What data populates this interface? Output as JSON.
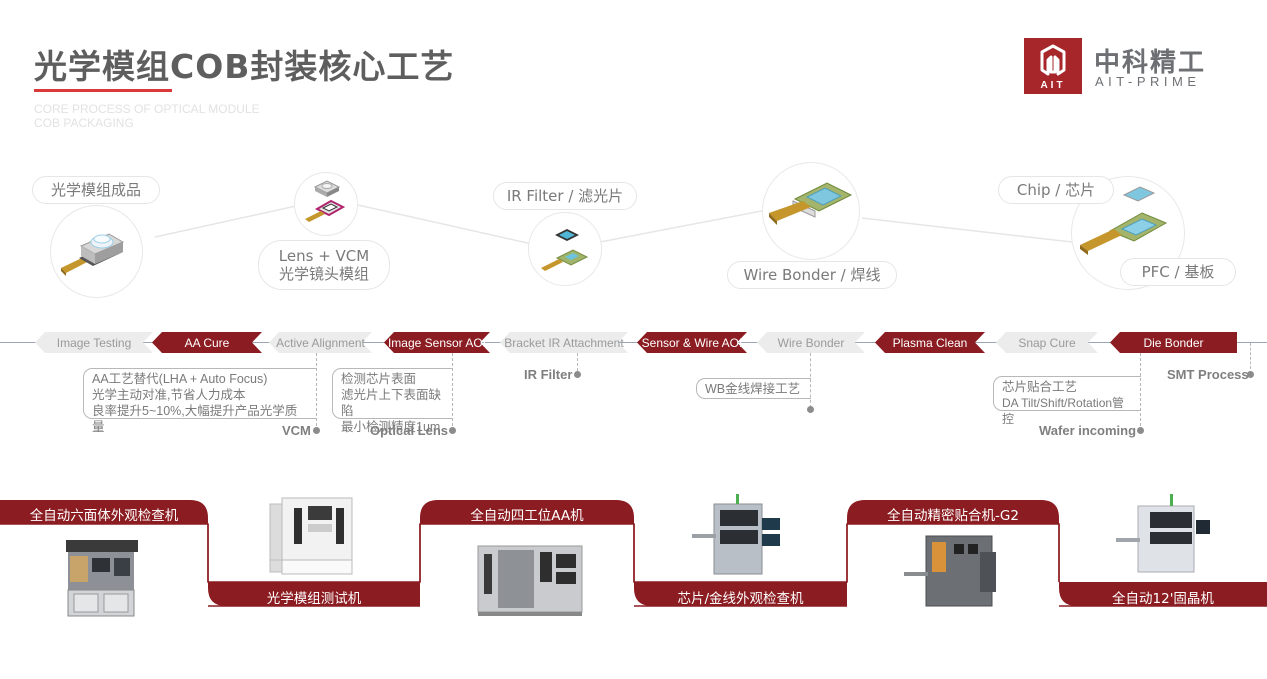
{
  "header": {
    "title": "光学模组COB封装核心工艺",
    "subtitle_line1": "CORE PROCESS OF OPTICAL MODULE",
    "subtitle_line2": "COB PACKAGING",
    "accent_color": "#d9393a"
  },
  "logo": {
    "badge_text": "AIT",
    "name_cn": "中科精工",
    "name_en": "AIT-PRIME",
    "brand_color": "#a6262a"
  },
  "components": [
    {
      "label": "光学模组成品",
      "icon": "camera-module-icon"
    },
    {
      "label_line1": "Lens + VCM",
      "label_line2": "光学镜头模组",
      "icon": "lens-vcm-icon"
    },
    {
      "label": "IR Filter / 滤光片",
      "icon": "ir-filter-icon"
    },
    {
      "label": "Wire Bonder / 焊线",
      "icon": "wire-bond-icon"
    },
    {
      "label": "Chip / 芯片",
      "icon": "chip-icon"
    },
    {
      "label": "PFC / 基板",
      "icon": "substrate-icon"
    }
  ],
  "process_steps": [
    {
      "label": "Image Testing",
      "style": "grey"
    },
    {
      "label": "AA Cure",
      "style": "red"
    },
    {
      "label": "Active  Alignment",
      "style": "grey"
    },
    {
      "label": "Image Sensor AOI",
      "style": "red"
    },
    {
      "label": "Bracket IR Attachment",
      "style": "grey"
    },
    {
      "label": "Sensor & Wire AOI",
      "style": "red"
    },
    {
      "label": "Wire Bonder",
      "style": "grey"
    },
    {
      "label": "Plasma Clean",
      "style": "red"
    },
    {
      "label": "Snap Cure",
      "style": "grey"
    },
    {
      "label": "Die Bonder",
      "style": "red"
    }
  ],
  "process_colors": {
    "red": "#8b1c21",
    "grey": "#ececec",
    "line": "#9aa5b5"
  },
  "notes": {
    "aa": [
      "AA工艺替代(LHA + Auto Focus)",
      "光学主动对准,节省人力成本",
      "良率提升5~10%,大幅提升产品光学质量"
    ],
    "aoi": [
      "检测芯片表面",
      "滤光片上下表面缺陷",
      "最小检测精度1um"
    ],
    "wb": [
      "WB金线焊接工艺"
    ],
    "da": [
      "芯片贴合工艺",
      "DA Tilt/Shift/Rotation管控"
    ]
  },
  "inputs": {
    "vcm": "VCM",
    "optical_lens": "Optical Lens",
    "ir_filter": "IR Filter",
    "wafer_incoming": "Wafer incoming",
    "smt_process": "SMT Process"
  },
  "machines": [
    {
      "label": "全自动六面体外观检查机",
      "position": "top"
    },
    {
      "label": "光学模组测试机",
      "position": "bottom"
    },
    {
      "label": "全自动四工位AA机",
      "position": "top"
    },
    {
      "label": "芯片/金线外观检查机",
      "position": "bottom"
    },
    {
      "label": "全自动精密贴合机-G2",
      "position": "top"
    },
    {
      "label": "全自动12'固晶机",
      "position": "bottom"
    }
  ]
}
